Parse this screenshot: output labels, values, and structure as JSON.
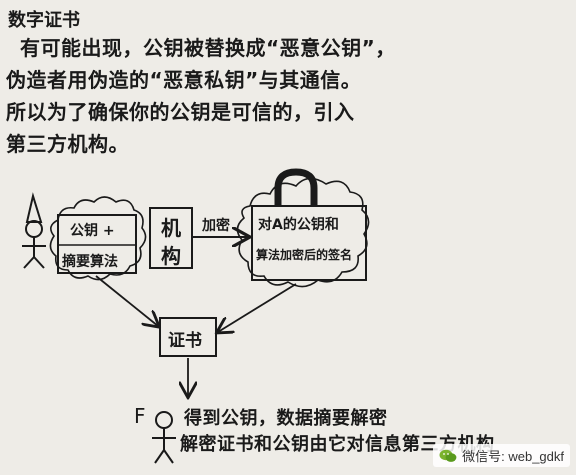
{
  "title": "数字证书",
  "paragraph": [
    "有可能出现，公钥被替换成“恶意公钥”，",
    "伪造者用伪造的“恶意私钥”与其通信。",
    "所以为了确保你的公钥是可信的，引入",
    "第三方机构。"
  ],
  "diagram": {
    "left_box": {
      "line1": "公钥 +",
      "line2": "摘要算法"
    },
    "agency_box": {
      "line1": "机",
      "line2": "构"
    },
    "encrypt_label": "加密",
    "right_box": {
      "line1": "对A的公钥和",
      "line2": "算法加密后的签名"
    },
    "certificate_box": "证书",
    "person_bottom_label": "F",
    "bottom_text": [
      "得到公钥，数据摘要解密",
      "解密证书和公钥由它对信息第三方机构"
    ]
  },
  "watermark": "微信号: web_gdkf"
}
